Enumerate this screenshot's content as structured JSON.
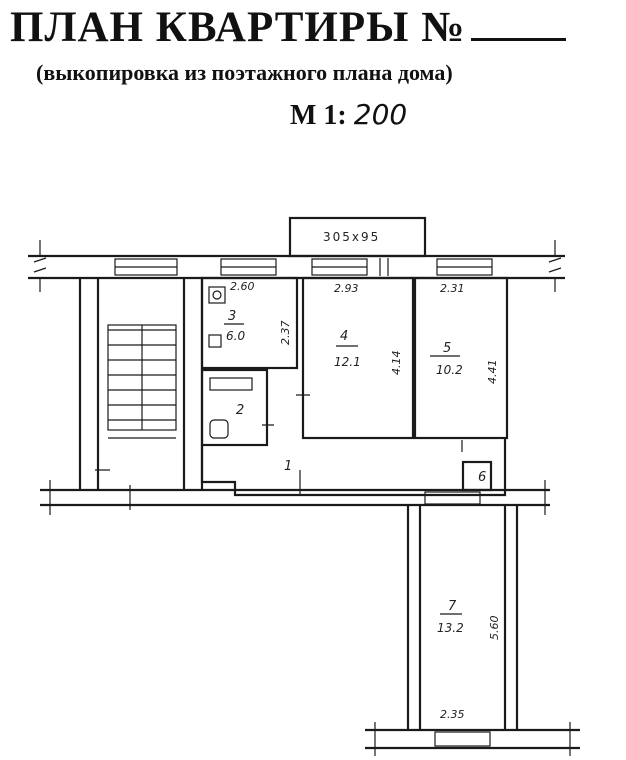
{
  "header": {
    "title": "ПЛАН КВАРТИРЫ №",
    "subtitle": "(выкопировка из поэтажного плана дома)",
    "scale_prefix": "М 1:",
    "scale_value": "200"
  },
  "window_tag": "305x95",
  "rooms": [
    {
      "id": "1",
      "number": "1",
      "area": ""
    },
    {
      "id": "2",
      "number": "2",
      "area": ""
    },
    {
      "id": "3",
      "number": "3",
      "area": "6.0"
    },
    {
      "id": "4",
      "number": "4",
      "area": "12.1"
    },
    {
      "id": "5",
      "number": "5",
      "area": "10.2"
    },
    {
      "id": "6",
      "number": "6",
      "area": ""
    },
    {
      "id": "7",
      "number": "7",
      "area": "13.2"
    }
  ],
  "dimensions": {
    "d_260": "2.60",
    "d_293": "2.93",
    "d_231": "2.31",
    "d_237": "2.37",
    "d_414": "4.14",
    "d_441": "4.41",
    "d_560": "5.60",
    "d_235": "2.35"
  }
}
